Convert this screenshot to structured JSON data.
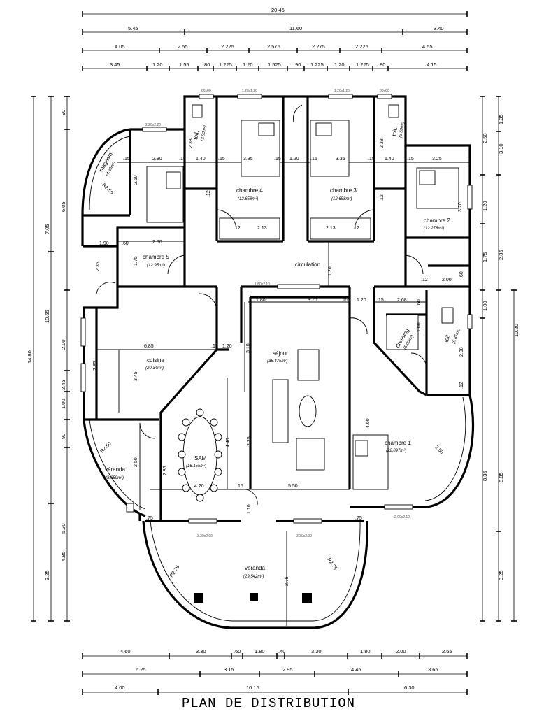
{
  "title": "PLAN DE DISTRIBUTION",
  "dims_top": {
    "row1": [
      "20.45"
    ],
    "row2": [
      "5.45",
      "11.60",
      "3.40"
    ],
    "row3": [
      "4.05",
      "2.55",
      "2.225",
      "2.575",
      "2.275",
      "2.225",
      "4.55"
    ],
    "row4": [
      "3.45",
      "1.20",
      "1.55",
      ".80",
      "1.225",
      "1.20",
      "1.525",
      ".90",
      "1.225",
      "1.20",
      "1.225",
      ".80",
      "4.15"
    ]
  },
  "dims_bottom": {
    "row1": [
      "4.60",
      "3.30",
      ".60",
      "1.80",
      ".40",
      "3.30",
      "1.80",
      "2.00",
      "2.65"
    ],
    "row2": [
      "6.25",
      "3.15",
      "2.95",
      "4.45",
      "3.65"
    ],
    "row3": [
      "4.00",
      "10.15",
      "6.30"
    ]
  },
  "dims_left": {
    "outer": [
      "14.80"
    ],
    "middle": [
      "7.05",
      "10.65",
      "3.25"
    ],
    "inner": [
      "90",
      "6.05",
      "2.00",
      "2.45",
      "1.00",
      "90",
      "5.30",
      "4.85"
    ]
  },
  "dims_right": {
    "outer": [
      "10.20"
    ],
    "middle": [
      "1.35",
      "3.10",
      "2.85",
      "8.85",
      "3.25"
    ],
    "inner": [
      "2.50",
      "1.20",
      "1.75",
      "1.00",
      "8.35"
    ]
  },
  "rooms": [
    {
      "name": "chambre 4",
      "area": "(12.658m²)"
    },
    {
      "name": "chambre 3",
      "area": "(12.658m²)"
    },
    {
      "name": "chambre 2",
      "area": "(12.278m²)"
    },
    {
      "name": "chambre 5",
      "area": "(12.95m²)"
    },
    {
      "name": "circulation",
      "area": ""
    },
    {
      "name": "cuisine",
      "area": "(20.34m²)"
    },
    {
      "name": "séjour",
      "area": "(35.475m²)"
    },
    {
      "name": "dressing",
      "area": "(5.00m²)"
    },
    {
      "name": "toil.",
      "area": "(5.85m²)"
    },
    {
      "name": "chambre 1",
      "area": "(22.097m²)"
    },
    {
      "name": "SAM",
      "area": "(16.155m²)"
    },
    {
      "name": "véranda",
      "area": "(8.659m²)"
    },
    {
      "name": "véranda",
      "area": "(29.542m²)"
    },
    {
      "name": "magasin",
      "area": "(4.35m²)"
    },
    {
      "name": "toil.",
      "area": "(3.50m²)"
    },
    {
      "name": "toil.",
      "area": "(3.50m²)"
    }
  ],
  "inner_dims": {
    "a": [
      ".15",
      "2.80",
      ".15",
      "1.40",
      ".15",
      "3.35",
      ".15",
      "1.20",
      ".15",
      "3.35",
      ".15",
      "1.40",
      ".15",
      "3.25"
    ],
    "b": [
      "2.13",
      ".12",
      "2.13",
      ".12"
    ],
    "c": [
      "2.80",
      "1.90",
      ".60",
      "2.35",
      "1.75"
    ],
    "d": [
      "1.80",
      "3.70",
      ".15",
      "1.20",
      ".15",
      "2.68",
      ".60"
    ],
    "e": [
      "6.85",
      ".15",
      "1.20",
      "3.10",
      "3.45",
      "2.85",
      "1.00",
      "2.98",
      ".12"
    ],
    "f": [
      "2.50",
      "2.85",
      "4.40",
      "2.25",
      "4.60",
      "4.20",
      ".15",
      "5.50",
      ".75",
      ".75",
      "1.10"
    ],
    "g": [
      "2.38",
      "2.38",
      "2.50",
      "3.20",
      ".12",
      "2.00",
      ".60",
      ".12",
      ".12",
      "2.75",
      "1.20"
    ],
    "radii": [
      "R2.50",
      "R2.50",
      "R2.75",
      "R2.75",
      "2.50"
    ],
    "openings": [
      "80x60",
      "1.20x1.20",
      "1.20x1.20",
      "80x60",
      "2.20x2.20",
      "3.30x2.00",
      "3.30x2.00",
      "1.80x2.10",
      "2.00x2.10"
    ]
  }
}
